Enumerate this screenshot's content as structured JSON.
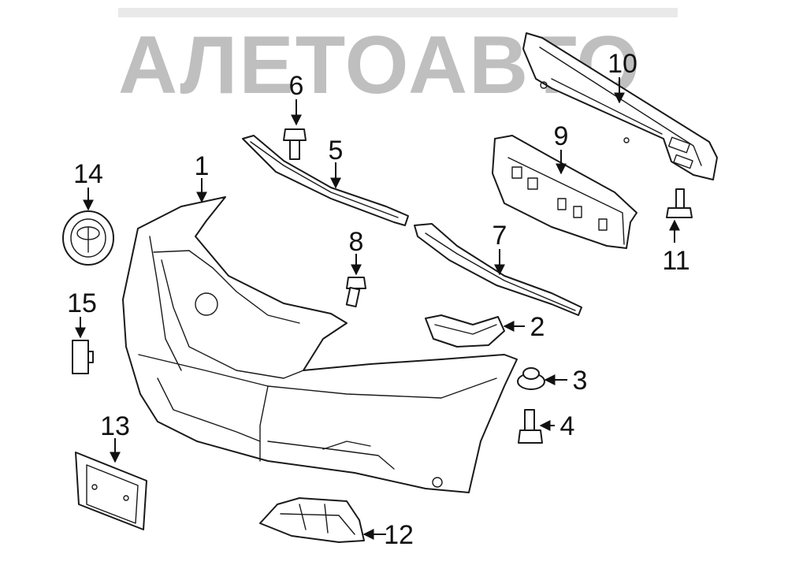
{
  "watermark": {
    "text": "АЛЕТОАВТО",
    "color": "#bfbfbf"
  },
  "callouts": {
    "c1": "1",
    "c2": "2",
    "c3": "3",
    "c4": "4",
    "c5": "5",
    "c6": "6",
    "c7": "7",
    "c8": "8",
    "c9": "9",
    "c10": "10",
    "c11": "11",
    "c12": "12",
    "c13": "13",
    "c14": "14",
    "c15": "15"
  },
  "colors": {
    "line": "#1a1a1a",
    "background": "#ffffff"
  }
}
